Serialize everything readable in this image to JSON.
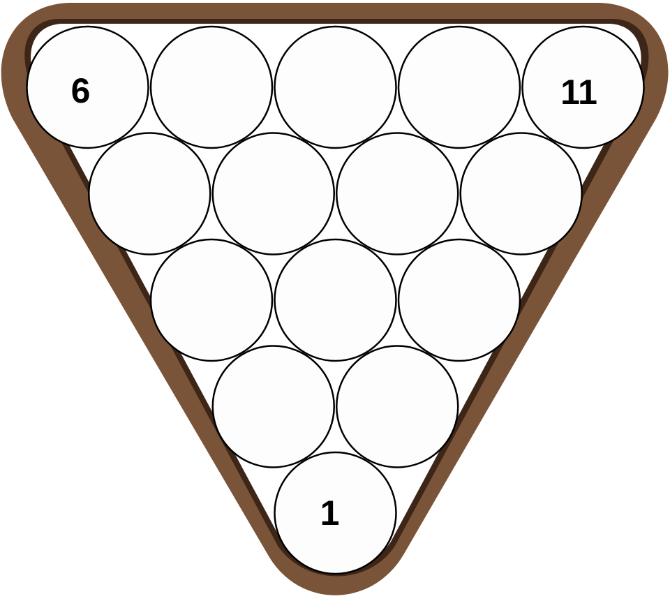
{
  "colors": {
    "frame_outer": "#7a5438",
    "frame_inner_edge": "#3d2618",
    "rack_interior": "#ffffff",
    "ball_fill": "#fdfdfd",
    "ball_stroke": "#000000",
    "label_color": "#000000"
  },
  "rack": {
    "rows": [
      {
        "balls": [
          {
            "label": "6"
          },
          {
            "label": ""
          },
          {
            "label": ""
          },
          {
            "label": ""
          },
          {
            "label": "11"
          }
        ]
      },
      {
        "balls": [
          {
            "label": ""
          },
          {
            "label": ""
          },
          {
            "label": ""
          },
          {
            "label": ""
          }
        ]
      },
      {
        "balls": [
          {
            "label": ""
          },
          {
            "label": ""
          },
          {
            "label": ""
          }
        ]
      },
      {
        "balls": [
          {
            "label": ""
          },
          {
            "label": ""
          }
        ]
      },
      {
        "balls": [
          {
            "label": "1"
          }
        ]
      }
    ]
  }
}
